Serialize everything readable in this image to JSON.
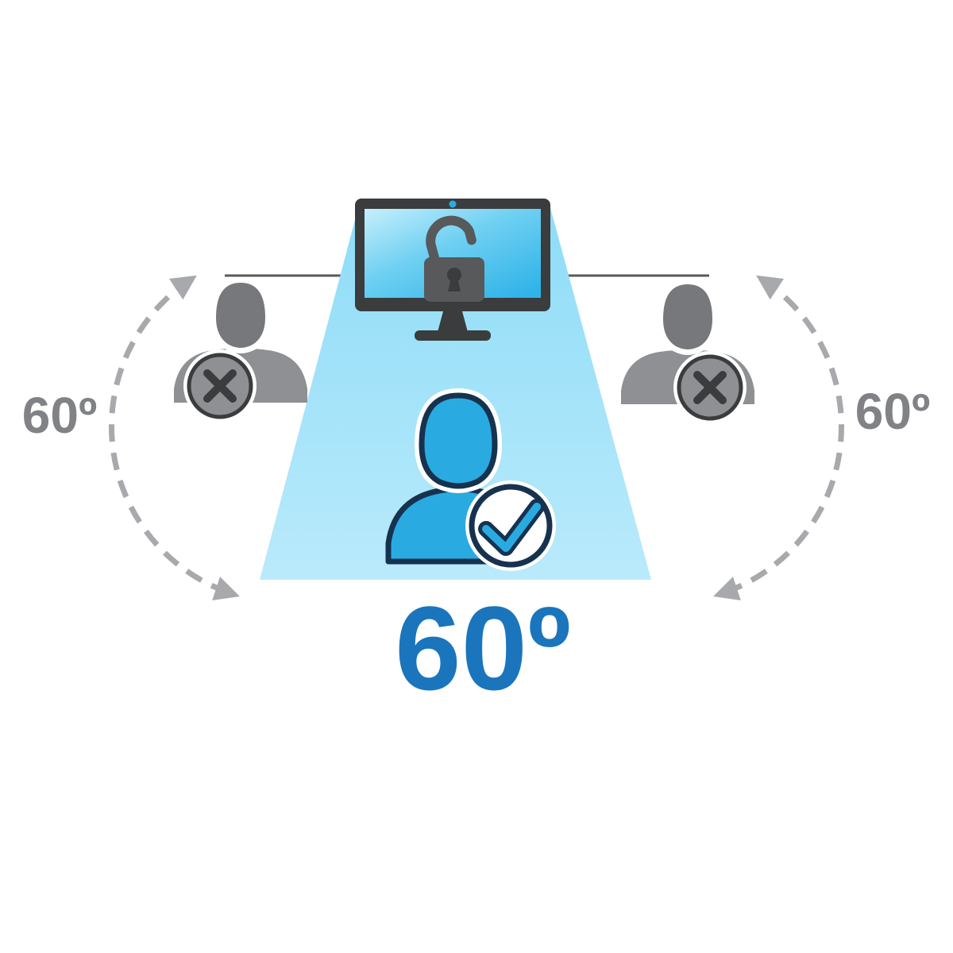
{
  "diagram": {
    "type": "privacy-screen-viewing-angle",
    "labels": {
      "left_angle": "60º",
      "right_angle": "60º",
      "total_angle": "60º"
    },
    "icons": {
      "monitor": "monitor-with-unlocked-padlock",
      "webcam": "webcam-dot",
      "padlock": "unlocked-padlock",
      "center_viewer": "allowed-viewer-with-check",
      "left_viewer": "blocked-viewer-with-x",
      "right_viewer": "blocked-viewer-with-x",
      "left_arc": "dashed-double-arrow-arc",
      "right_arc": "dashed-double-arrow-arc"
    },
    "colors": {
      "cone_top": "#8edcf7",
      "cone_bottom": "#b9eafb",
      "screen_light": "#c6effc",
      "screen_blue": "#2fb3e8",
      "person_blue": "#29abe2",
      "person_outline": "#16324f",
      "gray_body": "#8e9093",
      "gray_head": "#77787b",
      "dark": "#3b3c3e",
      "padlock_gray": "#58595b",
      "arc_gray": "#a7a9ac",
      "label_gray": "#808285",
      "label_blue": "#1b75bc"
    }
  }
}
